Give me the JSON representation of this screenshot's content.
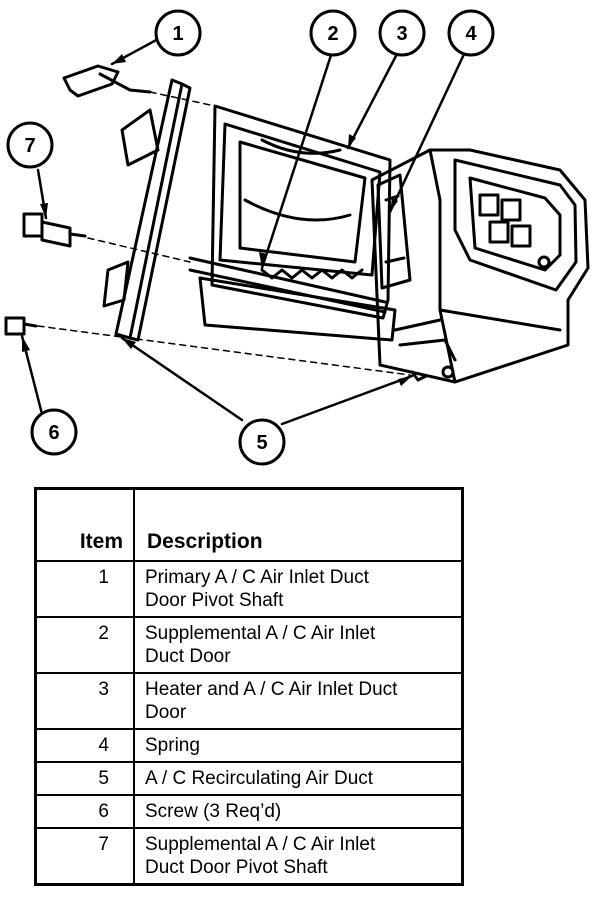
{
  "callouts": [
    "1",
    "2",
    "3",
    "4",
    "5",
    "6",
    "7"
  ],
  "table": {
    "headers": {
      "item": "Item",
      "description": "Description"
    },
    "rows": [
      {
        "item": "1",
        "lines": [
          "Primary A / C Air Inlet Duct",
          "Door Pivot Shaft"
        ]
      },
      {
        "item": "2",
        "lines": [
          "Supplemental A / C Air Inlet",
          "Duct Door"
        ]
      },
      {
        "item": "3",
        "lines": [
          "Heater and A / C Air Inlet Duct",
          "Door"
        ]
      },
      {
        "item": "4",
        "lines": [
          "Spring"
        ]
      },
      {
        "item": "5",
        "lines": [
          "A / C Recirculating Air Duct"
        ]
      },
      {
        "item": "6",
        "lines": [
          "Screw (3 Req’d)"
        ]
      },
      {
        "item": "7",
        "lines": [
          "Supplemental A / C Air Inlet",
          "Duct Door Pivot Shaft"
        ]
      }
    ]
  }
}
